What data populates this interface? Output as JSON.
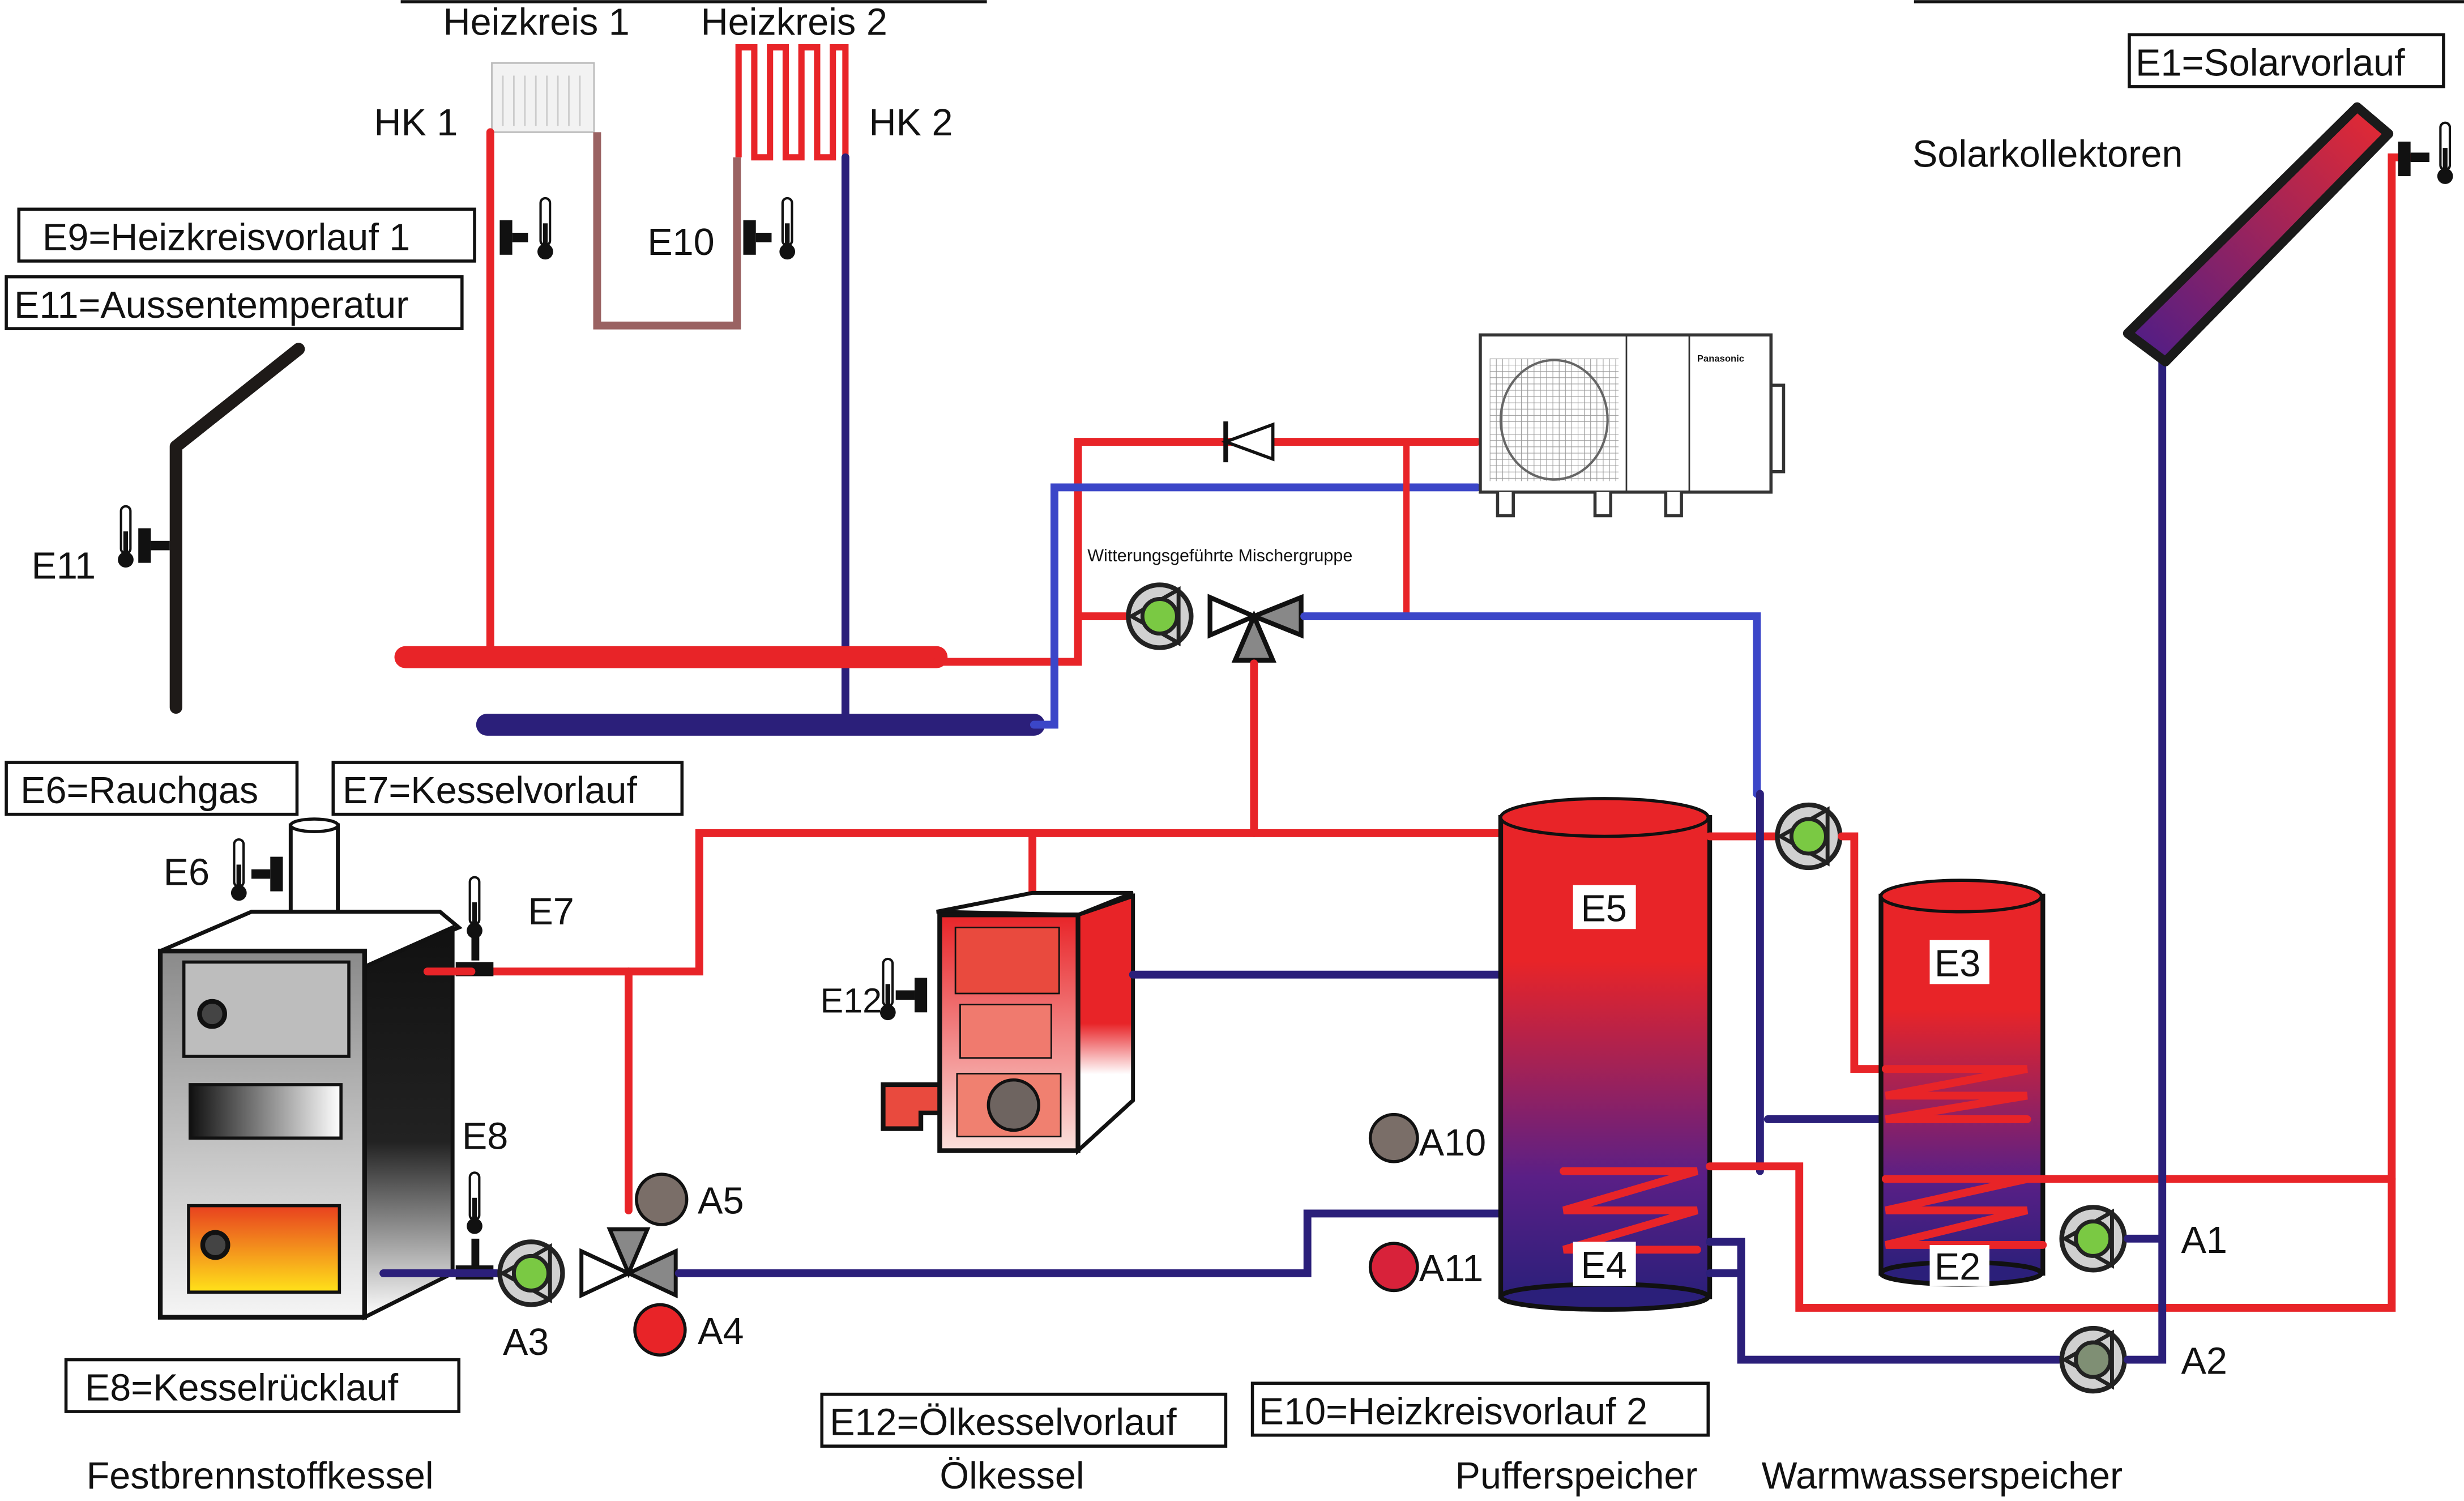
{
  "title_labels": {
    "heizkreis1": "Heizkreis 1",
    "heizkreis2": "Heizkreis 2",
    "hk1": "HK 1",
    "hk2": "HK 2",
    "solarkollektoren": "Solarkollektoren",
    "mischergruppe": "Witterungsgeführte Mischergruppe",
    "heatpump_brand": "Panasonic"
  },
  "legend_boxes": {
    "e1": "E1=Solarvorlauf",
    "e6": "E6=Rauchgas",
    "e7": "E7=Kesselvorlauf",
    "e8": "E8=Kesselrücklauf",
    "e9": "E9=Heizkreisvorlauf 1",
    "e10": "E10=Heizkreisvorlauf 2",
    "e11": "E11=Aussentemperatur",
    "e12": "E12=Ölkesselvorlauf"
  },
  "sensors": {
    "e2": "E2",
    "e3": "E3",
    "e4": "E4",
    "e5": "E5",
    "e6": "E6",
    "e7": "E7",
    "e8": "E8",
    "e10": "E10",
    "e11": "E11",
    "e12": "E12"
  },
  "outputs": {
    "a1": "A1",
    "a2": "A2",
    "a3": "A3",
    "a4": "A4",
    "a5": "A5",
    "a10": "A10",
    "a11": "A11"
  },
  "components": {
    "festbrennstoffkessel": "Festbrennstoffkessel",
    "oelkessel": "Ölkessel",
    "pufferspeicher": "Pufferspeicher",
    "warmwasserspeicher": "Warmwasserspeicher"
  },
  "colors": {
    "hot": "#e82428",
    "cold": "#2b1f7a",
    "cold_light": "#3b46c8",
    "return_hk1": "#9a6262",
    "pump_active": "#7ac943",
    "pump_idle": "#7f8f74",
    "indicator_grey": "#7a6e68",
    "indicator_red": "#d8223a"
  }
}
